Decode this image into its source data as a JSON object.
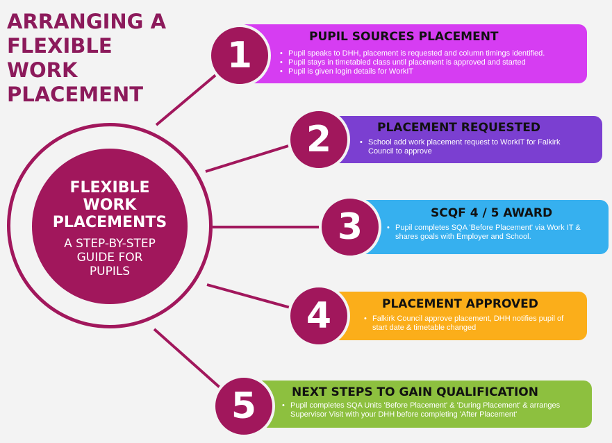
{
  "page": {
    "title": "ARRANGING A\nFLEXIBLE\nWORK\nPLACEMENT"
  },
  "hub": {
    "title": "FLEXIBLE\nWORK\nPLACEMENTS",
    "subtitle": "A STEP-BY-STEP\nGUIDE FOR\nPUPILS"
  },
  "colors": {
    "primary": "#a1175c",
    "title": "#8c1a5b",
    "background": "#f3f3f3",
    "step1": "#d63df2",
    "step2": "#7b3fd1",
    "step3": "#36b0ef",
    "step4": "#fbae1a",
    "step5": "#8dc03f"
  },
  "steps": [
    {
      "number": "1",
      "title": "PUPIL SOURCES PLACEMENT",
      "bullets": [
        "Pupil speaks to DHH, placement is requested and column timings identified.",
        "Pupil stays in timetabled class until placement is approved and started",
        "Pupil is given login details for WorkIT"
      ]
    },
    {
      "number": "2",
      "title": "PLACEMENT REQUESTED",
      "bullets": [
        "School add work placement request to WorkIT for Falkirk Council to approve"
      ]
    },
    {
      "number": "3",
      "title": "SCQF 4 / 5 AWARD",
      "bullets": [
        "Pupil completes SQA 'Before Placement' via Work IT & shares goals with Employer and School."
      ]
    },
    {
      "number": "4",
      "title": "PLACEMENT APPROVED",
      "bullets": [
        "Falkirk Council approve placement, DHH notifies pupil of start date & timetable changed"
      ]
    },
    {
      "number": "5",
      "title": "NEXT STEPS TO GAIN QUALIFICATION",
      "bullets": [
        "Pupil completes SQA Units 'Before Placement' & 'During Placement' & arranges  Supervisor Visit with your DHH before completing 'After Placement'"
      ]
    }
  ]
}
